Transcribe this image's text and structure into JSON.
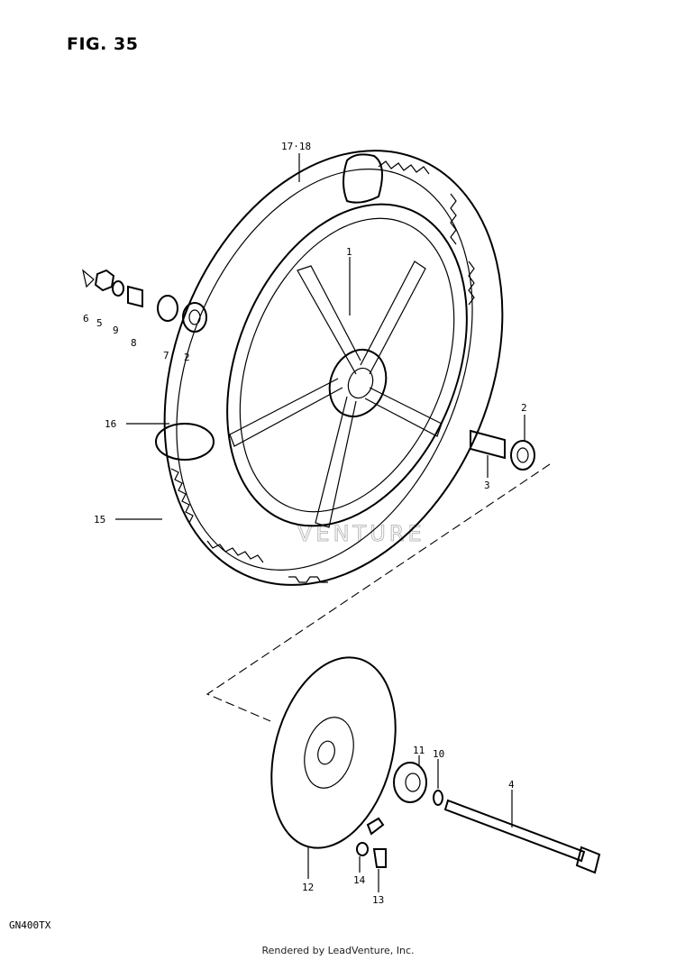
{
  "figure": {
    "title": "FIG. 35",
    "model_code": "GN400TX",
    "credit": "Rendered by LeadVenture, Inc.",
    "watermark": "VENTURE"
  },
  "callouts": [
    {
      "id": "c-17-18",
      "label": "17·18"
    },
    {
      "id": "c-1",
      "label": "1"
    },
    {
      "id": "c-6",
      "label": "6"
    },
    {
      "id": "c-5",
      "label": "5"
    },
    {
      "id": "c-9",
      "label": "9"
    },
    {
      "id": "c-8",
      "label": "8"
    },
    {
      "id": "c-7",
      "label": "7"
    },
    {
      "id": "c-2a",
      "label": "2"
    },
    {
      "id": "c-16",
      "label": "16"
    },
    {
      "id": "c-15",
      "label": "15"
    },
    {
      "id": "c-2b",
      "label": "2"
    },
    {
      "id": "c-3",
      "label": "3"
    },
    {
      "id": "c-11",
      "label": "11"
    },
    {
      "id": "c-10",
      "label": "10"
    },
    {
      "id": "c-4",
      "label": "4"
    },
    {
      "id": "c-12",
      "label": "12"
    },
    {
      "id": "c-14",
      "label": "14"
    },
    {
      "id": "c-13",
      "label": "13"
    }
  ]
}
